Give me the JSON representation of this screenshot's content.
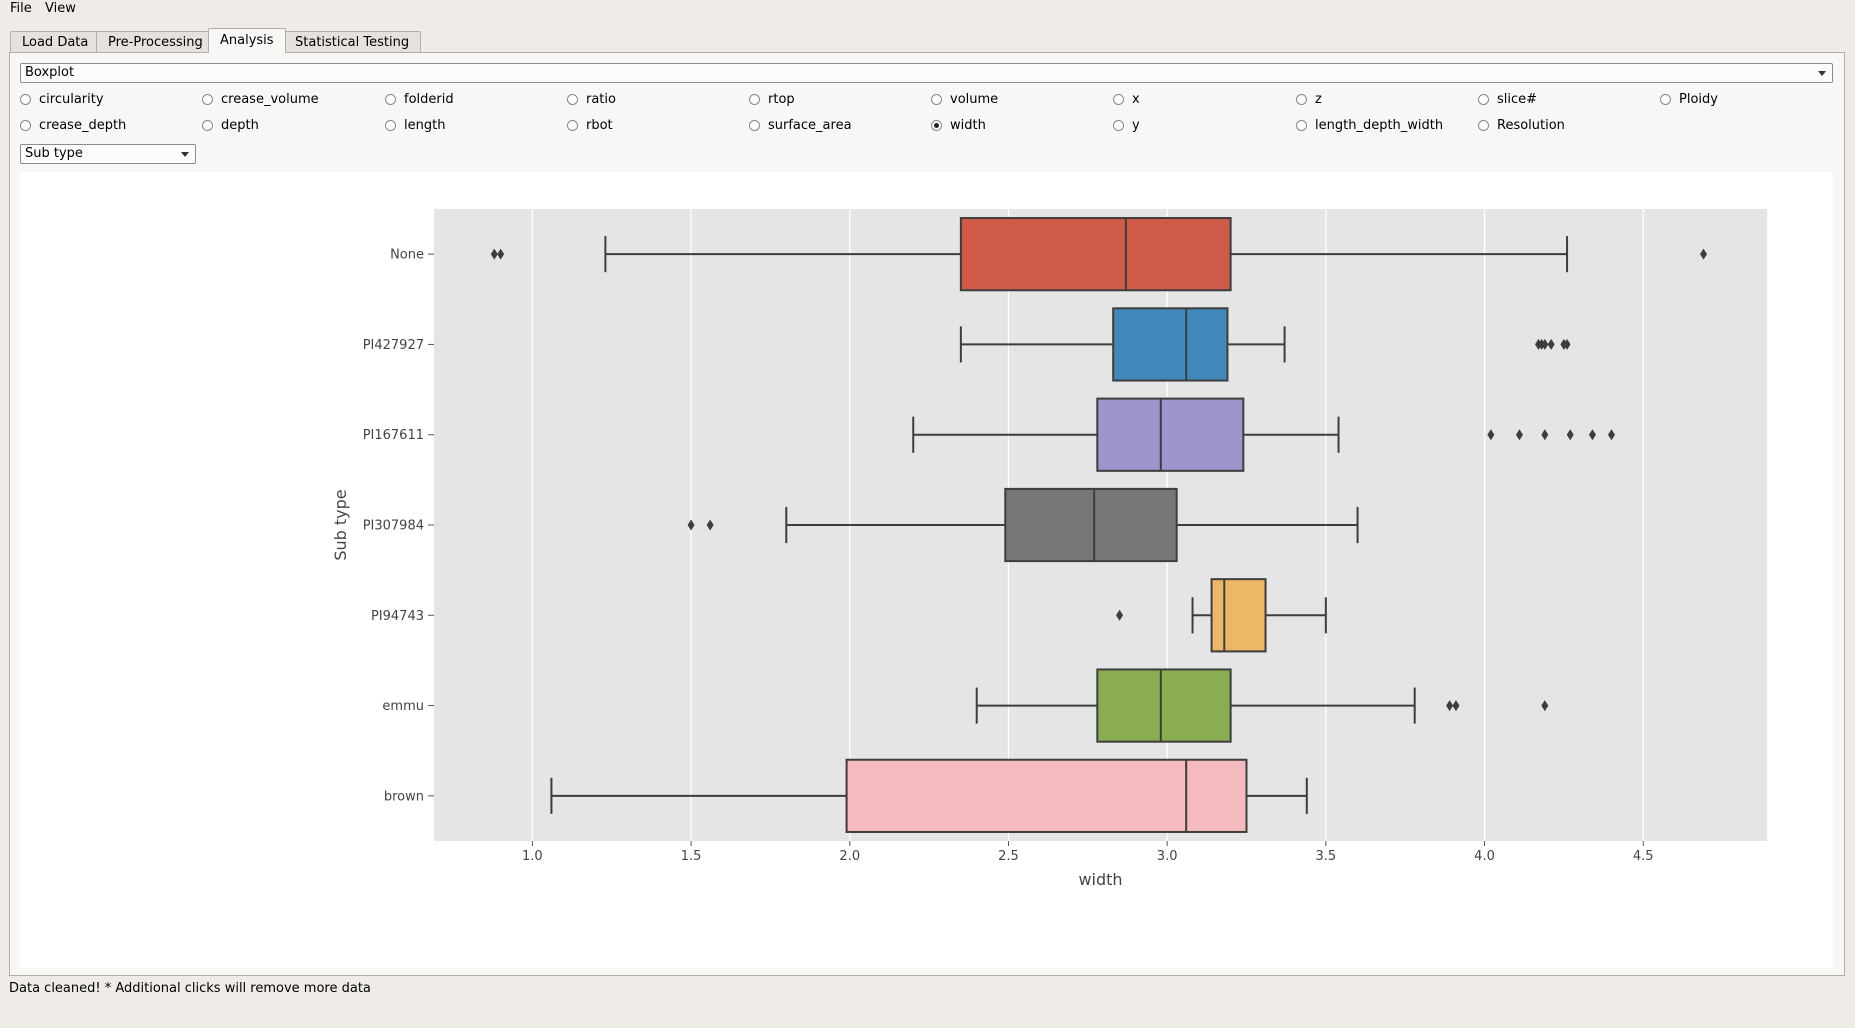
{
  "menu": [
    "File",
    "View"
  ],
  "tabs": [
    "Load Data",
    "Pre-Processing",
    "Analysis",
    "Statistical Testing"
  ],
  "active_tab": 2,
  "plot_type": "Boxplot",
  "variables_row1": [
    "circularity",
    "crease_volume",
    "folderid",
    "ratio",
    "rtop",
    "volume",
    "x",
    "z",
    "slice#",
    "Ploidy"
  ],
  "variables_row2": [
    "crease_depth",
    "depth",
    "length",
    "rbot",
    "surface_area",
    "width",
    "y",
    "length_depth_width",
    "Resolution"
  ],
  "selected_variable": "width",
  "group_by": "Sub type",
  "status": "Data cleaned! * Additional clicks will remove more data",
  "chart_data": {
    "type": "boxplot",
    "orientation": "horizontal",
    "xlabel": "width",
    "ylabel": "Sub type",
    "xlim": [
      0.69,
      4.89
    ],
    "xticks": [
      1.0,
      1.5,
      2.0,
      2.5,
      3.0,
      3.5,
      4.0,
      4.5
    ],
    "xticklabels": [
      "1.0",
      "1.5",
      "2.0",
      "2.5",
      "3.0",
      "3.5",
      "4.0",
      "4.5"
    ],
    "grid": "vertical",
    "background": "#e5e5e5",
    "categories": [
      "None",
      "PI427927",
      "PI167611",
      "PI307984",
      "PI94743",
      "emmu",
      "brown"
    ],
    "boxes": [
      {
        "category": "None",
        "whisker_low": 1.23,
        "q1": 2.35,
        "median": 2.87,
        "q3": 3.2,
        "whisker_high": 4.26,
        "outliers": [
          0.88,
          0.9,
          4.69
        ],
        "color": "#d05a48"
      },
      {
        "category": "PI427927",
        "whisker_low": 2.35,
        "q1": 2.83,
        "median": 3.06,
        "q3": 3.19,
        "whisker_high": 3.37,
        "outliers": [
          4.17,
          4.18,
          4.19,
          4.21,
          4.25,
          4.26
        ],
        "color": "#4189bb"
      },
      {
        "category": "PI167611",
        "whisker_low": 2.2,
        "q1": 2.78,
        "median": 2.98,
        "q3": 3.24,
        "whisker_high": 3.54,
        "outliers": [
          4.02,
          4.11,
          4.19,
          4.27,
          4.34,
          4.4
        ],
        "color": "#9d95cc"
      },
      {
        "category": "PI307984",
        "whisker_low": 1.8,
        "q1": 2.49,
        "median": 2.77,
        "q3": 3.03,
        "whisker_high": 3.6,
        "outliers": [
          1.5,
          1.56
        ],
        "color": "#777777"
      },
      {
        "category": "PI94743",
        "whisker_low": 3.08,
        "q1": 3.14,
        "median": 3.18,
        "q3": 3.31,
        "whisker_high": 3.5,
        "outliers": [
          2.85
        ],
        "color": "#ecb865"
      },
      {
        "category": "emmu",
        "whisker_low": 2.4,
        "q1": 2.78,
        "median": 2.98,
        "q3": 3.2,
        "whisker_high": 3.78,
        "outliers": [
          3.89,
          3.91,
          4.19
        ],
        "color": "#8aad51"
      },
      {
        "category": "brown",
        "whisker_low": 1.06,
        "q1": 1.99,
        "median": 3.06,
        "q3": 3.25,
        "whisker_high": 3.44,
        "outliers": [],
        "color": "#f4babd"
      }
    ]
  }
}
